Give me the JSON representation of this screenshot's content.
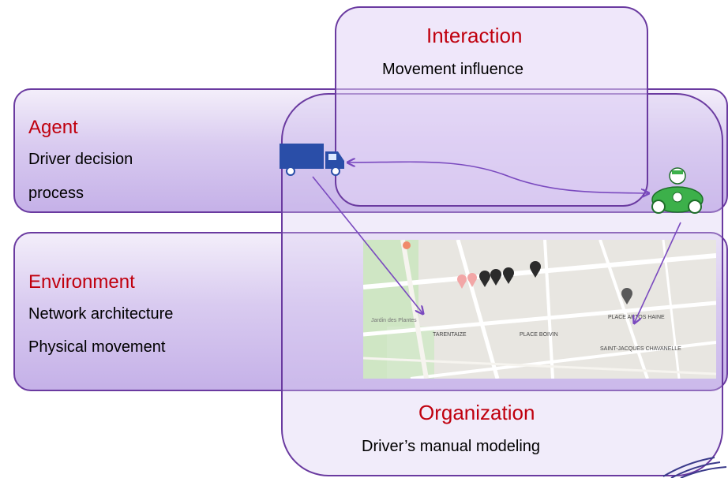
{
  "interaction": {
    "title": "Interaction",
    "subtitle": "Movement influence"
  },
  "agent": {
    "title": "Agent",
    "line1": "Driver decision",
    "line2": "process"
  },
  "environment": {
    "title": "Environment",
    "line1": "Network architecture",
    "line2": "Physical movement"
  },
  "organization": {
    "title": "Organization",
    "subtitle": "Driver’s manual modeling"
  },
  "map": {
    "labels": [
      "TARENTAIZE",
      "PLACE BOIVIN",
      "PLACE ARTOS HAINE",
      "SAINT-JACQUES CHAVANELLE"
    ]
  },
  "colors": {
    "accent_red": "#c0000e",
    "border_purple": "#6a3aa0",
    "truck_blue": "#2a4ea8",
    "car_green": "#3cb04a"
  },
  "icons": [
    "truck-icon",
    "race-car-icon",
    "map-pin-icon"
  ]
}
